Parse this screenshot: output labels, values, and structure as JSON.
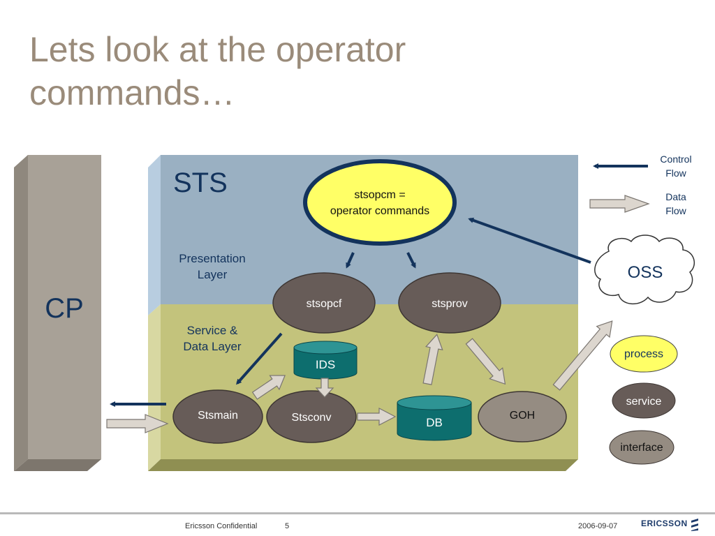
{
  "title_lines": [
    "Lets look at the operator",
    "commands…"
  ],
  "diagram": {
    "cp_label": "CP",
    "sts_label": "STS",
    "presentation_layer": [
      "Presentation",
      "Layer"
    ],
    "service_layer": [
      "Service &",
      "Data Layer"
    ],
    "stsopcm_lines": [
      "stsopcm =",
      "operator commands"
    ],
    "nodes": {
      "stsopcf": "stsopcf",
      "stsprov": "stsprov",
      "stsmain": "Stsmain",
      "stsconv": "Stsconv",
      "goh": "GOH",
      "ids": "IDS",
      "db": "DB",
      "oss": "OSS"
    },
    "legend": {
      "control_flow": [
        "Control",
        "Flow"
      ],
      "data_flow": [
        "Data",
        "Flow"
      ],
      "process": "process",
      "service": "service",
      "interface": "interface"
    },
    "colors": {
      "control_arrow": "#13335c",
      "data_arrow_fill": "#dcd6ce",
      "service_node": "#675c58",
      "interface_node": "#958c82",
      "process_node": "#ffff66",
      "db_cylinder": "#0d6e6e",
      "presentation_band": "#9ab0c2",
      "service_band": "#c3c37c",
      "cp_column": "#a8a197"
    }
  },
  "footer": {
    "confidential": "Ericsson Confidential",
    "page": "5",
    "date": "2006-09-07",
    "logo": "ERICSSON"
  }
}
